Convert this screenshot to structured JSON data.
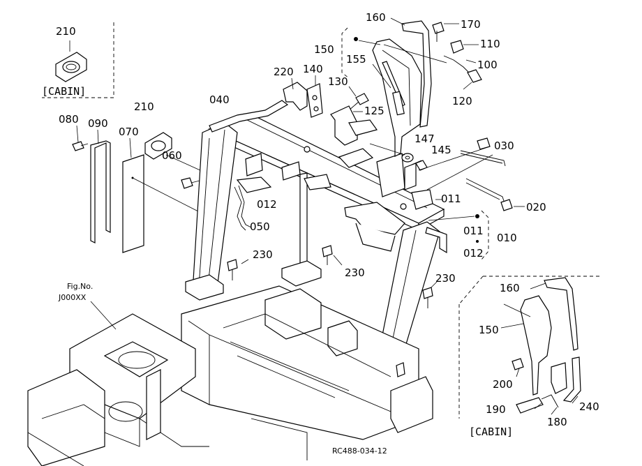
{
  "diagram": {
    "labels": [
      {
        "id": "210-top",
        "text": "210"
      },
      {
        "id": "cabin-top",
        "text": "[CABIN]"
      },
      {
        "id": "080",
        "text": "080"
      },
      {
        "id": "090",
        "text": "090"
      },
      {
        "id": "070",
        "text": "070"
      },
      {
        "id": "210-mid",
        "text": "210"
      },
      {
        "id": "060",
        "text": "060"
      },
      {
        "id": "040",
        "text": "040"
      },
      {
        "id": "220",
        "text": "220"
      },
      {
        "id": "140",
        "text": "140"
      },
      {
        "id": "130",
        "text": "130"
      },
      {
        "id": "150-top",
        "text": "150"
      },
      {
        "id": "155",
        "text": "155"
      },
      {
        "id": "160-top",
        "text": "160"
      },
      {
        "id": "170",
        "text": "170"
      },
      {
        "id": "110",
        "text": "110"
      },
      {
        "id": "100",
        "text": "100"
      },
      {
        "id": "120",
        "text": "120"
      },
      {
        "id": "125",
        "text": "125"
      },
      {
        "id": "147",
        "text": "147"
      },
      {
        "id": "145",
        "text": "145"
      },
      {
        "id": "030",
        "text": "030"
      },
      {
        "id": "011-a",
        "text": "011"
      },
      {
        "id": "020",
        "text": "020"
      },
      {
        "id": "011-b",
        "text": "011"
      },
      {
        "id": "010",
        "text": "010"
      },
      {
        "id": "012-b",
        "text": "012"
      },
      {
        "id": "012-a",
        "text": "012"
      },
      {
        "id": "050",
        "text": "050"
      },
      {
        "id": "230-a",
        "text": "230"
      },
      {
        "id": "230-b",
        "text": "230"
      },
      {
        "id": "230-c",
        "text": "230"
      },
      {
        "id": "fig-no",
        "text": "Fig.No."
      },
      {
        "id": "fig-code",
        "text": "J000XX"
      },
      {
        "id": "160-bot",
        "text": "160"
      },
      {
        "id": "150-bot",
        "text": "150"
      },
      {
        "id": "200",
        "text": "200"
      },
      {
        "id": "190",
        "text": "190"
      },
      {
        "id": "180",
        "text": "180"
      },
      {
        "id": "240",
        "text": "240"
      },
      {
        "id": "cabin-bot",
        "text": "[CABIN]"
      },
      {
        "id": "drawing-code",
        "text": "RC488-034-12"
      }
    ]
  }
}
